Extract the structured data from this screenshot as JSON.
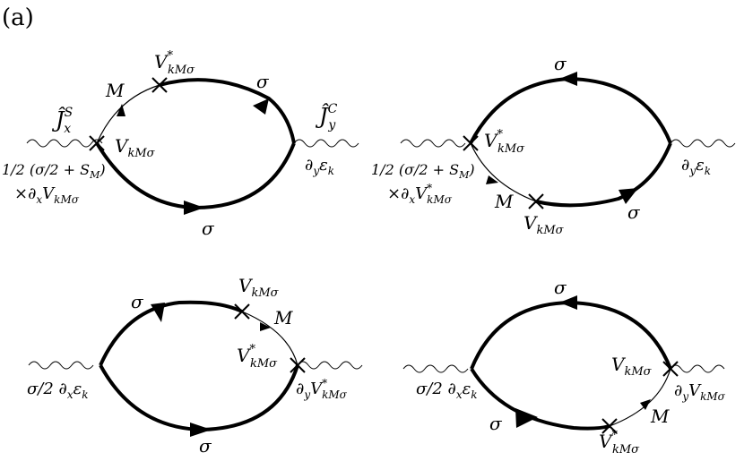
{
  "panel_label": "(a)",
  "diagrams": [
    {
      "id": "d1",
      "left_vertex_label_1": "1/2 (σ/2 + S",
      "left_vertex_label_1_sub": "M",
      "left_vertex_label_1_end": ")",
      "left_vertex_label_2": "×∂",
      "left_vertex_label_2_sub": "x",
      "left_vertex_label_2_rest": "V",
      "left_vertex_label_2_rest_sub": "kMσ",
      "right_vertex_label": "∂",
      "right_vertex_label_sub": "y",
      "right_vertex_label_rest": "ε",
      "right_vertex_label_rest_sub": "k",
      "left_operator": "Ĵ",
      "left_operator_sup": "S",
      "left_operator_sub": "x",
      "right_operator": "Ĵ",
      "right_operator_sup": "C",
      "right_operator_sub": "y",
      "upper_label": "σ",
      "lower_label": "σ",
      "m_label": "M",
      "cross1_label": "V",
      "cross1_sup": "*",
      "cross1_sub": "kMσ",
      "cross2_label": "V",
      "cross2_sub": "kMσ"
    },
    {
      "id": "d2",
      "left_vertex_label_1": "1/2 (σ/2 + S",
      "left_vertex_label_1_sub": "M",
      "left_vertex_label_1_end": ")",
      "left_vertex_label_2": "×∂",
      "left_vertex_label_2_sub": "x",
      "left_vertex_label_2_rest": "V",
      "left_vertex_label_2_rest_sup": "*",
      "left_vertex_label_2_rest_sub": "kMσ",
      "right_vertex_label": "∂",
      "right_vertex_label_sub": "y",
      "right_vertex_label_rest": "ε",
      "right_vertex_label_rest_sub": "k",
      "upper_label": "σ",
      "lower_label": "σ",
      "m_label": "M",
      "cross1_label": "V",
      "cross1_sup": "*",
      "cross1_sub": "kMσ",
      "cross2_label": "V",
      "cross2_sub": "kMσ"
    },
    {
      "id": "d3",
      "left_vertex_label": "σ/2 ∂",
      "left_vertex_label_sub": "x",
      "left_vertex_label_rest": "ε",
      "left_vertex_label_rest_sub": "k",
      "right_vertex_label": "∂",
      "right_vertex_label_sub": "y",
      "right_vertex_label_rest": "V",
      "right_vertex_label_rest_sup": "*",
      "right_vertex_label_rest_sub": "kMσ",
      "upper_label": "σ",
      "lower_label": "σ",
      "m_label": "M",
      "cross1_label": "V",
      "cross1_sub": "kMσ",
      "cross2_label": "V",
      "cross2_sup": "*",
      "cross2_sub": "kMσ"
    },
    {
      "id": "d4",
      "left_vertex_label": "σ/2 ∂",
      "left_vertex_label_sub": "x",
      "left_vertex_label_rest": "ε",
      "left_vertex_label_rest_sub": "k",
      "right_vertex_label": "∂",
      "right_vertex_label_sub": "y",
      "right_vertex_label_rest": "V",
      "right_vertex_label_rest_sub": "kMσ",
      "upper_label": "σ",
      "lower_label": "σ",
      "m_label": "M",
      "cross1_label": "V",
      "cross1_sub": "kMσ",
      "cross2_label": "V",
      "cross2_sup": "*",
      "cross2_sub": "kMσ"
    }
  ]
}
